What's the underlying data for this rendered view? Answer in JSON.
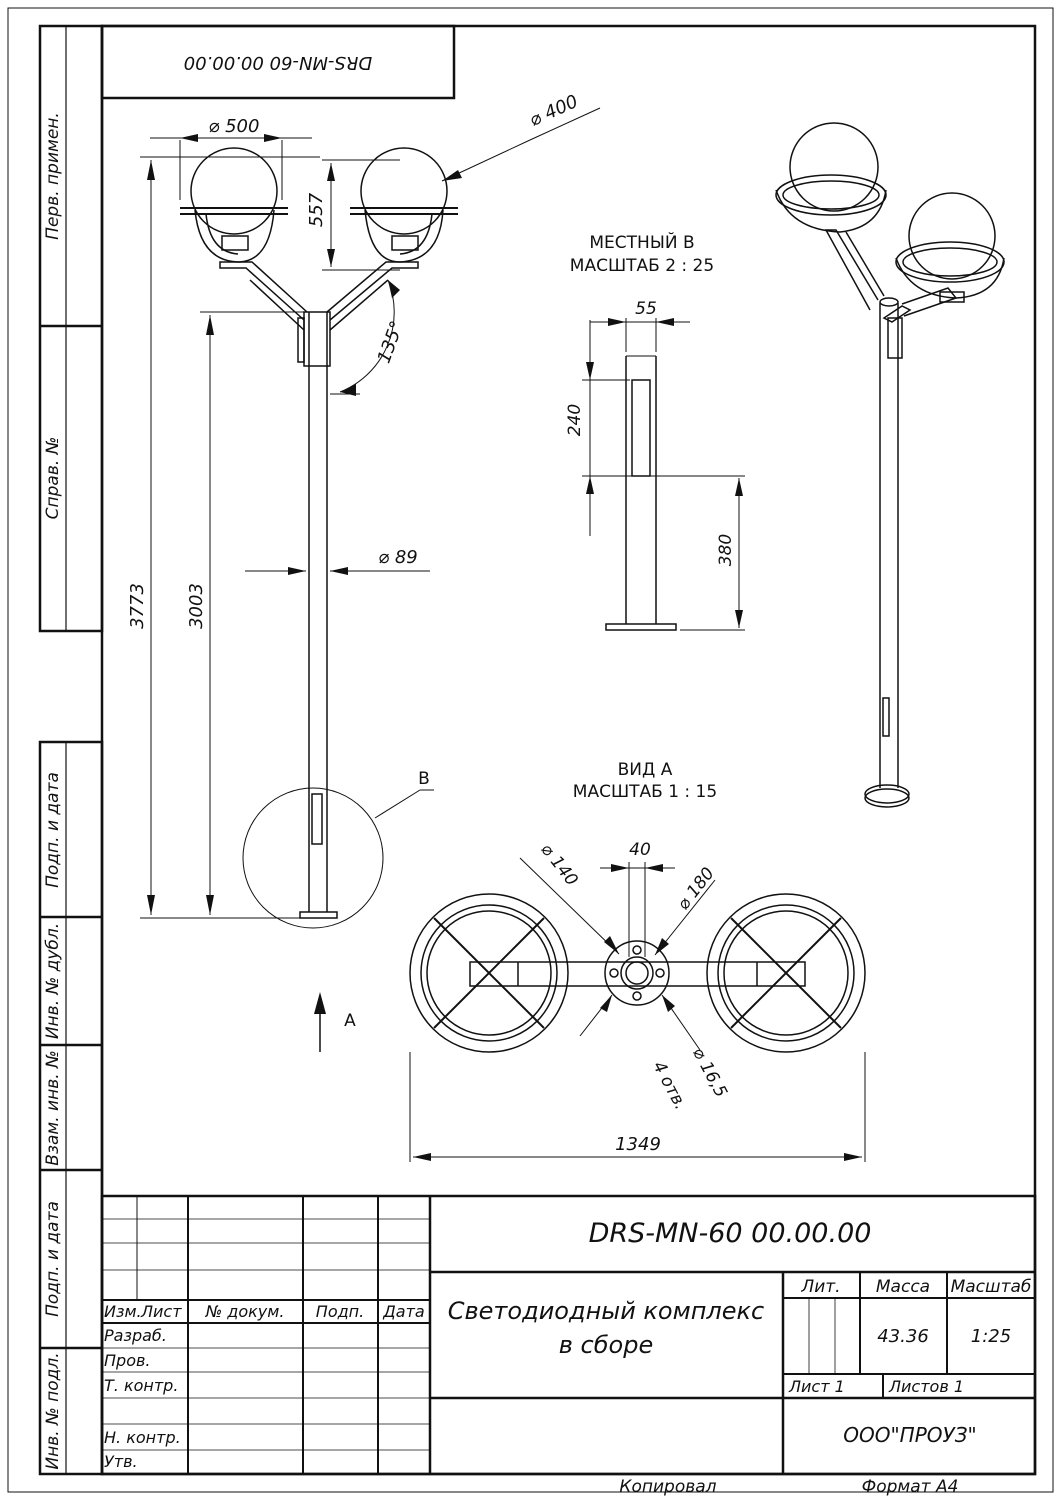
{
  "doc_code": "DRS-MN-60 00.00.00",
  "title_line1": "Светодиодный комплекс",
  "title_line2": "в сборе",
  "mass": "43.36",
  "scale": "1:25",
  "sheet_label": "Лист 1",
  "sheets_label": "Листов 1",
  "company": "ООО\"ПРОУЗ\"",
  "copied": "Копировал",
  "format": "Формат А4",
  "stamp_headers": {
    "lit": "Лит.",
    "mass": "Масса",
    "scale": "Масштаб",
    "izm": "Изм.",
    "list": "Лист",
    "doc_no": "№ докум.",
    "sign": "Подп.",
    "date": "Дата"
  },
  "stamp_roles": {
    "razrab": "Разраб.",
    "prov": "Пров.",
    "tkontr": "Т. контр.",
    "nkontr": "Н. контр.",
    "utv": "Утв."
  },
  "side_labels": {
    "perv": "Перв. примен.",
    "sprav": "Справ. №",
    "podp1": "Подп. и дата",
    "inv_dubl": "Инв. № дубл.",
    "vzam": "Взам. инв. №",
    "podp2": "Подп. и дата",
    "inv_podl": "Инв. № подл."
  },
  "views": {
    "local_b_title": "МЕСТНЫЙ В",
    "local_b_scale": "МАСШТАБ 2 : 25",
    "view_a_title": "ВИД А",
    "view_a_scale": "МАСШТАБ 1 : 15",
    "marker_b": "В",
    "marker_a": "А"
  },
  "dims": {
    "d500": "⌀ 500",
    "d400": "⌀ 400",
    "h557": "557",
    "a135": "135°",
    "h3773": "3773",
    "h3003": "3003",
    "d89": "⌀ 89",
    "w55": "55",
    "h240": "240",
    "h380": "380",
    "w40": "40",
    "d140": "⌀ 140",
    "d180": "⌀ 180",
    "d16_5": "⌀ 16,5",
    "holes": "4 отв.",
    "w1349": "1349"
  }
}
